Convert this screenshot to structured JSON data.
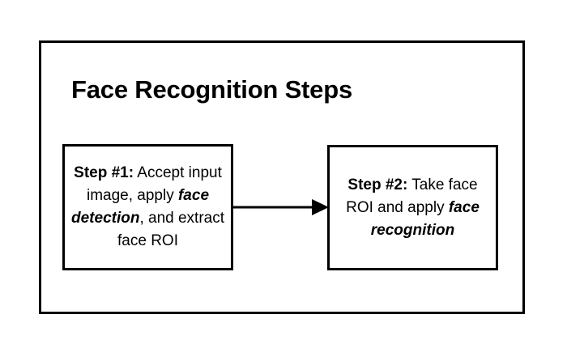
{
  "diagram": {
    "title": "Face Recognition Steps",
    "frame_color": "#000000",
    "background_color": "#ffffff",
    "text_color": "#000000",
    "steps": [
      {
        "id": "step-1",
        "label": "Step #1:",
        "text_before": " Accept input image, apply ",
        "emphasis": "face detection",
        "text_after": ", and extract face ROI",
        "full_text": "Step #1: Accept input image, apply face detection, and extract face ROI"
      },
      {
        "id": "step-2",
        "label": "Step #2:",
        "text_before": " Take face ROI and apply ",
        "emphasis": "face recognition",
        "text_after": "",
        "full_text": "Step #2: Take face ROI and apply face recognition"
      }
    ],
    "connector": {
      "name": "arrow-right",
      "from": "step-1",
      "to": "step-2",
      "direction": "right"
    }
  }
}
